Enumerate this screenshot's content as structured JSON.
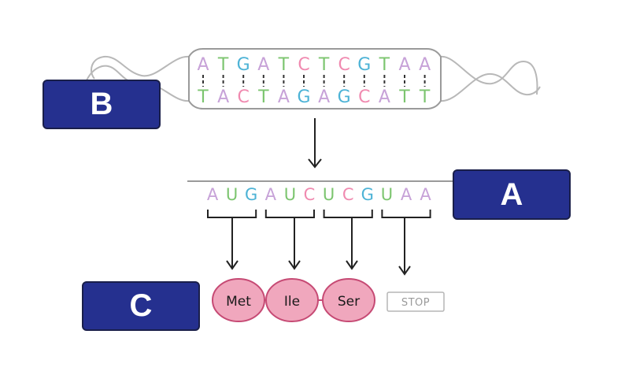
{
  "dna": {
    "top_strand": [
      "A",
      "T",
      "G",
      "A",
      "T",
      "C",
      "T",
      "C",
      "G",
      "T",
      "A",
      "A"
    ],
    "bottom_strand": [
      "T",
      "A",
      "C",
      "T",
      "A",
      "G",
      "A",
      "G",
      "C",
      "A",
      "T",
      "T"
    ]
  },
  "mrna": [
    "A",
    "U",
    "G",
    "A",
    "U",
    "C",
    "U",
    "C",
    "G",
    "U",
    "A",
    "A"
  ],
  "amino_acids": [
    "Met",
    "Ile",
    "Ser"
  ],
  "stop_label": "STOP",
  "labels": {
    "a": "A",
    "b": "B",
    "c": "C"
  },
  "colors": {
    "A": "#c7a2d8",
    "T": "#7cc56f",
    "G": "#4db3d6",
    "C": "#f08ab0",
    "U": "#7cc56f",
    "label_box": "#25308f",
    "amino_fill": "#f0a7bd",
    "amino_stroke": "#c64a74"
  }
}
